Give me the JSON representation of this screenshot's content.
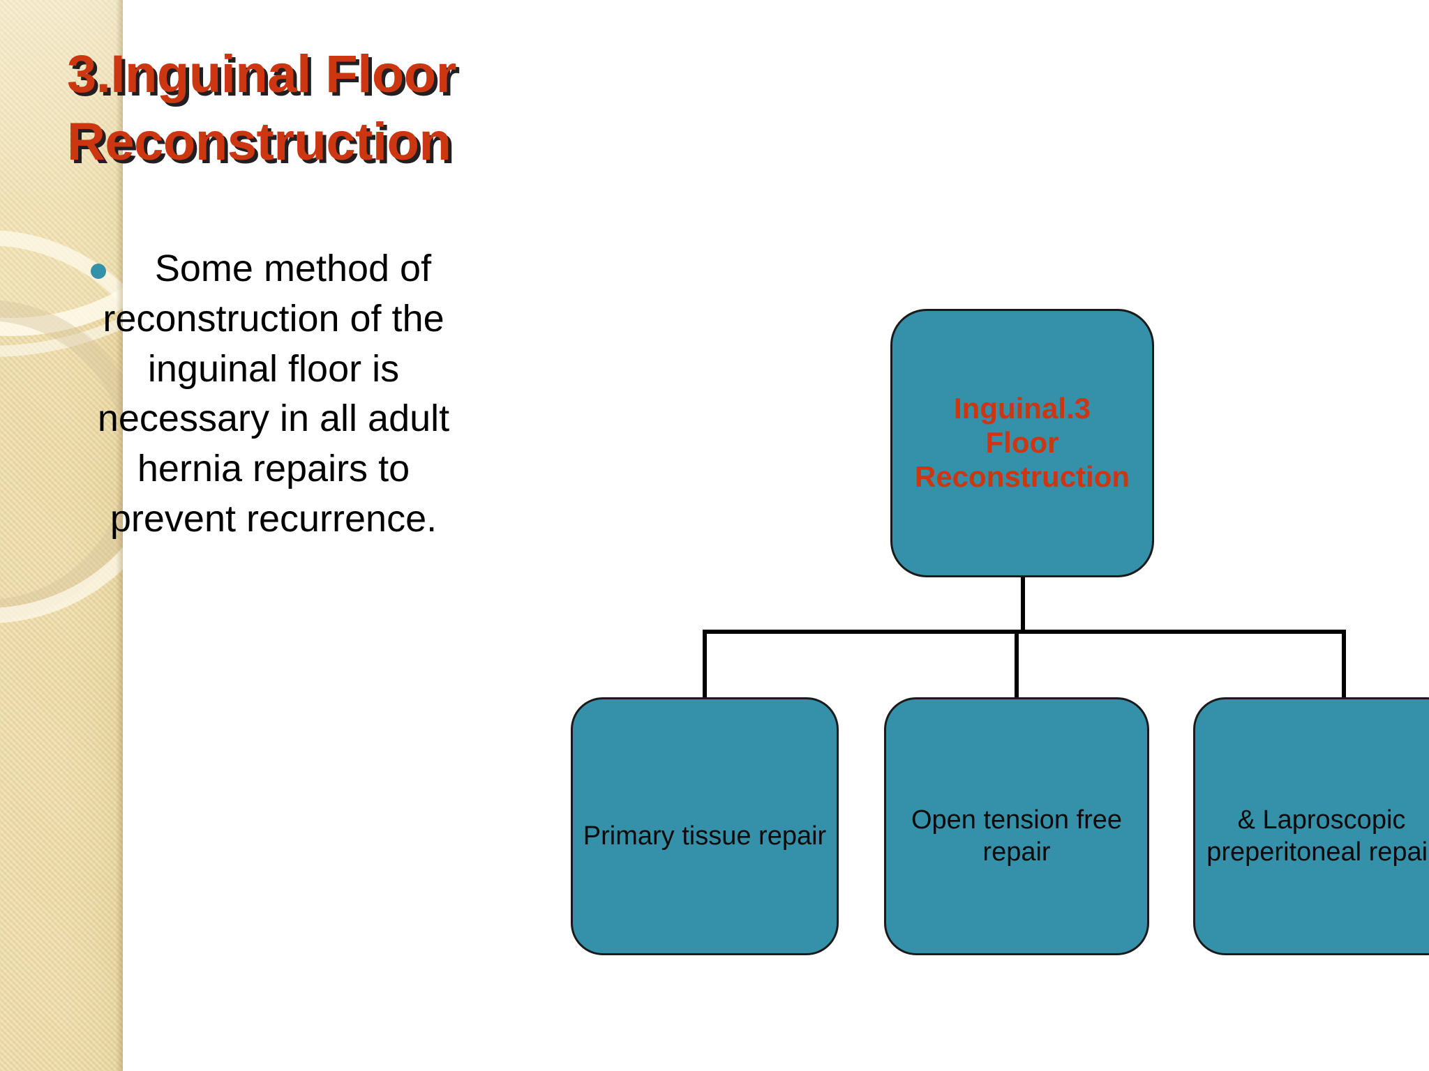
{
  "slide": {
    "title": "3.Inguinal Floor\nReconstruction",
    "body_bullet": "Some method of reconstruction of the inguinal floor is necessary in all adult hernia repairs to prevent recurrence.",
    "colors": {
      "title_text": "#cc3610",
      "title_shadow": "#231f20",
      "node_fill": "#3590aa",
      "node_border": "#1a1a1a",
      "bullet_dot": "#3590aa",
      "body_text": "#000000",
      "band_base": "#eddfb4",
      "canvas": "#ffffff"
    }
  },
  "diagram": {
    "type": "org-chart",
    "root": {
      "label": "Inguinal.3\nFloor\nReconstruction"
    },
    "children": [
      {
        "label": "Primary tissue repair"
      },
      {
        "label": "Open tension free\nrepair"
      },
      {
        "label": "& Laproscopic\npreperitoneal repair"
      }
    ]
  }
}
